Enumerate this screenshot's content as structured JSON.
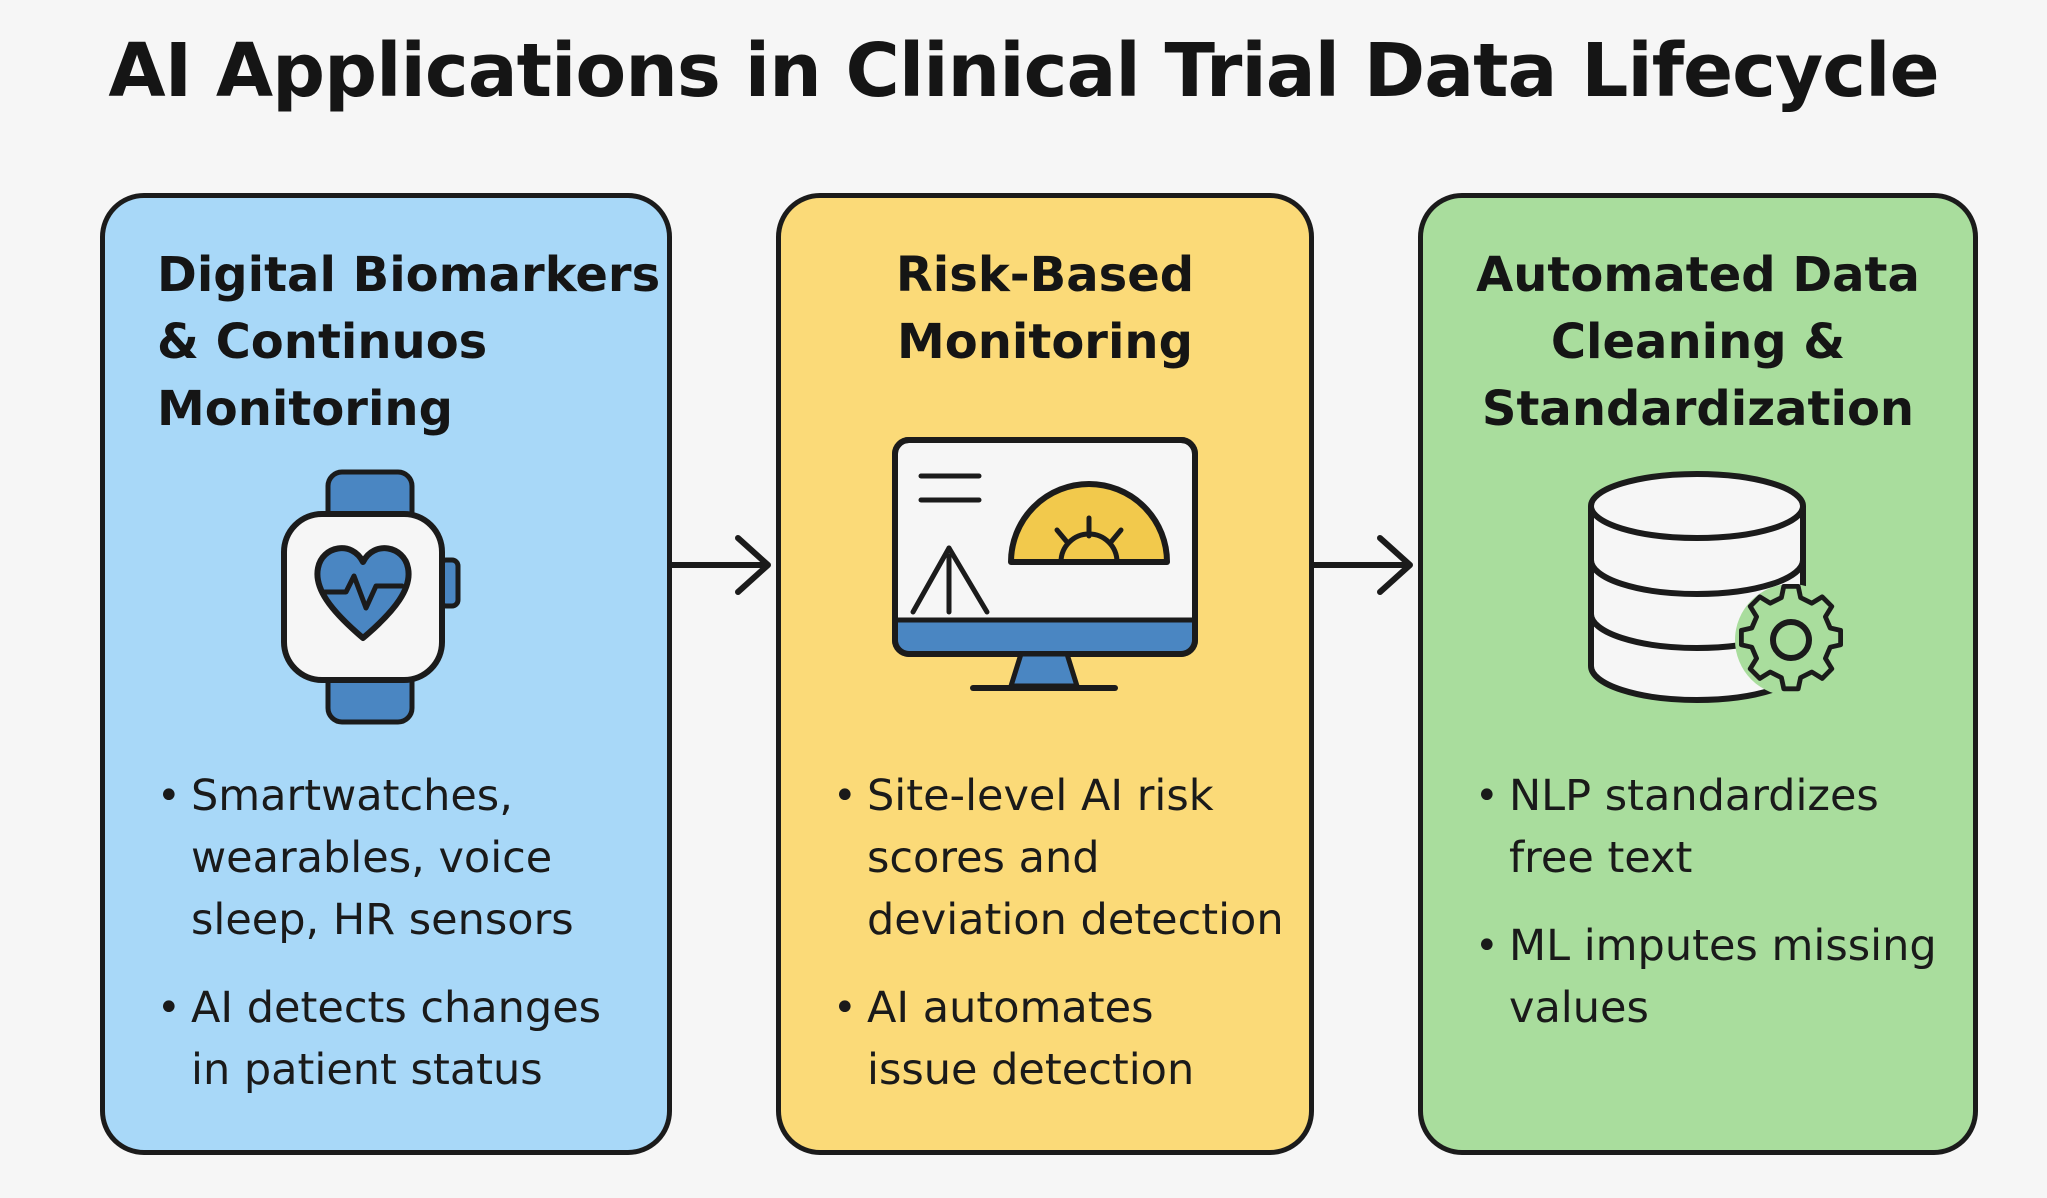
{
  "title": "AI Applications in Clinical Trial Data Lifecycle",
  "cards": [
    {
      "title_lines": [
        "Digital Biomarkers",
        "& Continuos",
        "Monitoring"
      ],
      "icon": "smartwatch-heart-icon",
      "bullets": [
        [
          "Smartwatches,",
          "wearables, voice",
          "sleep, HR sensors"
        ],
        [
          "AI detects changes",
          "in patient status"
        ]
      ]
    },
    {
      "title_lines": [
        "Risk-Based",
        "Monitoring"
      ],
      "icon": "monitor-dashboard-icon",
      "bullets": [
        [
          "Site-level AI risk",
          "scores and",
          "deviation detection"
        ],
        [
          "AI automates",
          "issue detection"
        ]
      ]
    },
    {
      "title_lines": [
        "Automated Data",
        "Cleaning &",
        "Standardization"
      ],
      "icon": "database-gear-icon",
      "bullets": [
        [
          "NLP standardizes",
          "free text"
        ],
        [
          "ML imputes missing",
          "values"
        ]
      ]
    }
  ],
  "colors": {
    "card_blue": "#a8d8f8",
    "card_yellow": "#fbda78",
    "card_green": "#a9dd9d",
    "icon_blue": "#4a86c2",
    "outline": "#1b1b1b"
  }
}
